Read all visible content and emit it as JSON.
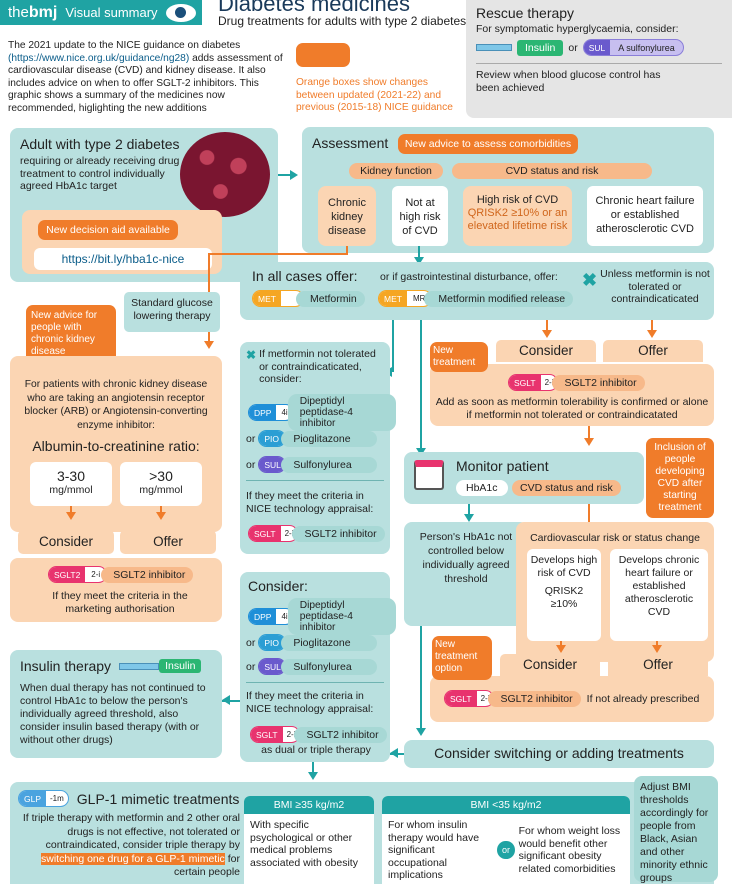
{
  "header": {
    "brand_pre": "the",
    "brand_bold": "bmj",
    "brand_sub": "Visual summary",
    "title": "Diabetes medicines",
    "subtitle": "Drug treatments for adults with type 2 diabetes"
  },
  "intro": {
    "t1": "The 2021 update to the NICE guidance on diabetes",
    "link": "(https://www.nice.org.uk/guidance/ng28)",
    "t2": "adds assessment of cardiovascular disease (CVD) and kidney disease. It also includes advice on when to offer SGLT-2 inhibitors. This graphic shows a summary of the medicines now recommended, higlighting the new additions"
  },
  "legend": {
    "text": "Orange boxes show changes between updated (2021-22) and previous (2015-18) NICE guidance"
  },
  "rescue": {
    "title": "Rescue therapy",
    "line1": "For symptomatic hyperglycaemia, consider:",
    "insulin": "Insulin",
    "or": "or",
    "sul": "SUL",
    "sul_name": "A sulfonylurea",
    "review": "Review when blood glucose control has been achieved"
  },
  "adult": {
    "title": "Adult with type 2 diabetes",
    "desc": "requiring or already receiving drug treatment to control individually agreed HbA1c target",
    "decision": "New decision aid available",
    "link": "https://bit.ly/hba1c-nice"
  },
  "assessment": {
    "title": "Assessment",
    "new_advice": "New advice to assess comorbidities",
    "kidney": "Kidney function",
    "cvd": "CVD status and risk",
    "ckd": "Chronic kidney disease",
    "not_high": "Not at high risk of CVD",
    "high": "High risk of CVD",
    "qrisk": "QRISK2 ≥10% or an elevated lifetime risk",
    "chf": "Chronic heart failure or established atherosclerotic CVD"
  },
  "standard": "Standard glucose lowering therapy",
  "ckdpanel": {
    "new": "New advice for people with chronic kidney disease",
    "text": "For patients with chronic kidney disease who are taking an angiotensin receptor blocker (ARB) or Angiotensin-converting enzyme inhibitor:",
    "acr": "Albumin-to-creatinine ratio:",
    "a1": "3-30",
    "a1u": "mg/mmol",
    "a2": ">30",
    "a2u": "mg/mmol",
    "consider": "Consider",
    "offer": "Offer",
    "sglt": "SGLT2",
    "sglt_sup": "2-i",
    "sglt_name": "SGLT2 inhibitor",
    "criteria": "If they meet the criteria in the marketing authorisation"
  },
  "allcases": {
    "title": "In all cases offer:",
    "met": "MET",
    "metformin": "Metformin",
    "gi": "or if gastrointestinal disturbance, offer:",
    "mr": "MR",
    "metmr": "Metformin modified release",
    "unless": "Unless metformin is not tolerated or contraindicaticated"
  },
  "notol": {
    "title": "If metformin not tolerated or contraindicaticated, consider:",
    "dpp": "DPP",
    "dpp_sup": "4i",
    "dpp_name": "Dipeptidyl peptidase-4 inhibitor",
    "or": "or",
    "pio": "PIO",
    "pio_name": "Pioglitazone",
    "sul": "SUL",
    "sul_name": "Sulfonylurea",
    "criteria": "If they meet the criteria in NICE technology appraisal:",
    "sglt": "SGLT",
    "sglt_sup": "2-i",
    "sglt_name": "SGLT2 inhibitor"
  },
  "cvdtreat": {
    "consider": "Consider",
    "offer": "Offer",
    "new": "New treatment",
    "sglt": "SGLT",
    "sglt_sup": "2-i",
    "sglt_name": "SGLT2 inhibitor",
    "text": "Add as soon as metformin tolerability is confirmed or alone if metformin not tolerated or contraindicatated"
  },
  "monitor": {
    "title": "Monitor patient",
    "hba1c": "HbA1c",
    "cvd": "CVD status and risk",
    "inclusion": "Inclusion of people developing CVD after starting treatment"
  },
  "notctrl": "Person's HbA1c not controlled below individually agreed threshold",
  "cvdchange": {
    "title": "Cardiovascular risk or status change",
    "dev1": "Develops high risk of CVD",
    "q": "QRISK2 ≥10%",
    "dev2": "Develops chronic heart failure or established atherosclerotic CVD",
    "consider": "Consider",
    "offer": "Offer",
    "new": "New treatment option",
    "sglt": "SGLT",
    "sglt_sup": "2-i",
    "sglt_name": "SGLT2 inhibitor",
    "ifnot": "If not already prescribed"
  },
  "consider2": {
    "title": "Consider:",
    "dpp": "DPP",
    "dpp_sup": "4i",
    "dpp_name": "Dipeptidyl peptidase-4 inhibitor",
    "or": "or",
    "pio": "PIO",
    "pio_name": "Pioglitazone",
    "sul": "SUL",
    "sul_name": "Sulfonylurea",
    "criteria": "If they meet the criteria in NICE technology appraisal:",
    "sglt": "SGLT",
    "sglt_sup": "2-i",
    "sglt_name": "SGLT2 inhibitor",
    "dual": "as dual or triple therapy"
  },
  "insulin": {
    "title": "Insulin therapy",
    "pill": "Insulin",
    "text": "When dual therapy has not continued to control HbA1c to below the person's individually agreed threshold, also consider insulin based therapy (with or without other drugs)"
  },
  "switching": "Consider switching or adding treatments",
  "glp": {
    "pill": "GLP",
    "pill_sup": "-1m",
    "title": "GLP-1 mimetic treatments",
    "t1": "If triple therapy with metformin and 2 other oral drugs is not effective, not tolerated or contraindicated, consider triple therapy by",
    "hl": "switching one drug for a GLP-1 mimetic",
    "t2": "for certain people",
    "bmi1": "BMI ≥35 kg/m2",
    "bmi1t": "With specific psychological or other medical problems associated with obesity",
    "bmi2": "BMI <35 kg/m2",
    "bmi2a": "For whom insulin therapy would have significant occupational implications",
    "or": "or",
    "bmi2b": "For whom weight loss would benefit other significant obesity related comorbidities",
    "adjust": "Adjust BMI thresholds accordingly for people from Black, Asian and other minority ethnic groups"
  },
  "colors": {
    "teal": "#1fa3a3",
    "teal_light": "#b9e0df",
    "orange": "#f07c2a",
    "orange_light": "#fbd5b3",
    "met": "#f5a623",
    "dpp": "#1f8fd8",
    "pio": "#2b9ed4",
    "sul": "#6a5acd",
    "sglt": "#e8336e",
    "glp": "#4aa3df"
  }
}
